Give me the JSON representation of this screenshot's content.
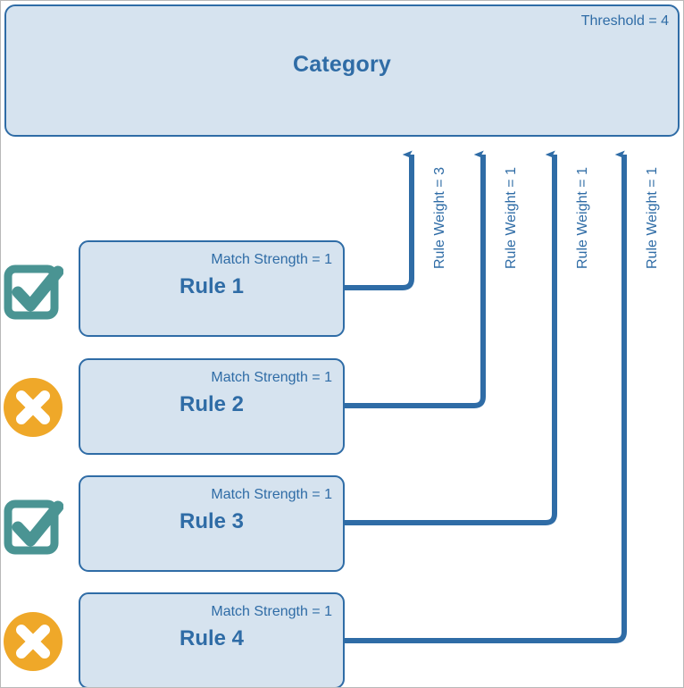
{
  "diagram": {
    "type": "rule-scoring-flow",
    "category": {
      "title": "Category",
      "threshold_label": "Threshold = 4",
      "threshold_value": 4
    },
    "colors": {
      "accent_blue": "#2f6ca6",
      "box_fill": "#d6e3ef",
      "connector_blue": "#2f6ca6",
      "match_teal": "#4a9493",
      "nomatch_orange": "#efa829",
      "page_border": "#b9b9b9",
      "white": "#ffffff"
    },
    "rules": [
      {
        "name": "Rule 1",
        "match_strength_label": "Match Strength = 1",
        "match_strength": 1,
        "weight_label": "Rule Weight = 3",
        "weight": 3,
        "status": "match",
        "status_icon": "checkbox-checked-icon"
      },
      {
        "name": "Rule 2",
        "match_strength_label": "Match Strength = 1",
        "match_strength": 1,
        "weight_label": "Rule Weight = 1",
        "weight": 1,
        "status": "no-match",
        "status_icon": "circle-x-icon"
      },
      {
        "name": "Rule 3",
        "match_strength_label": "Match Strength = 1",
        "match_strength": 1,
        "weight_label": "Rule Weight = 1",
        "weight": 1,
        "status": "match",
        "status_icon": "checkbox-checked-icon"
      },
      {
        "name": "Rule 4",
        "match_strength_label": "Match Strength = 1",
        "match_strength": 1,
        "weight_label": "Rule Weight = 1",
        "weight": 1,
        "status": "no-match",
        "status_icon": "circle-x-icon"
      }
    ]
  }
}
